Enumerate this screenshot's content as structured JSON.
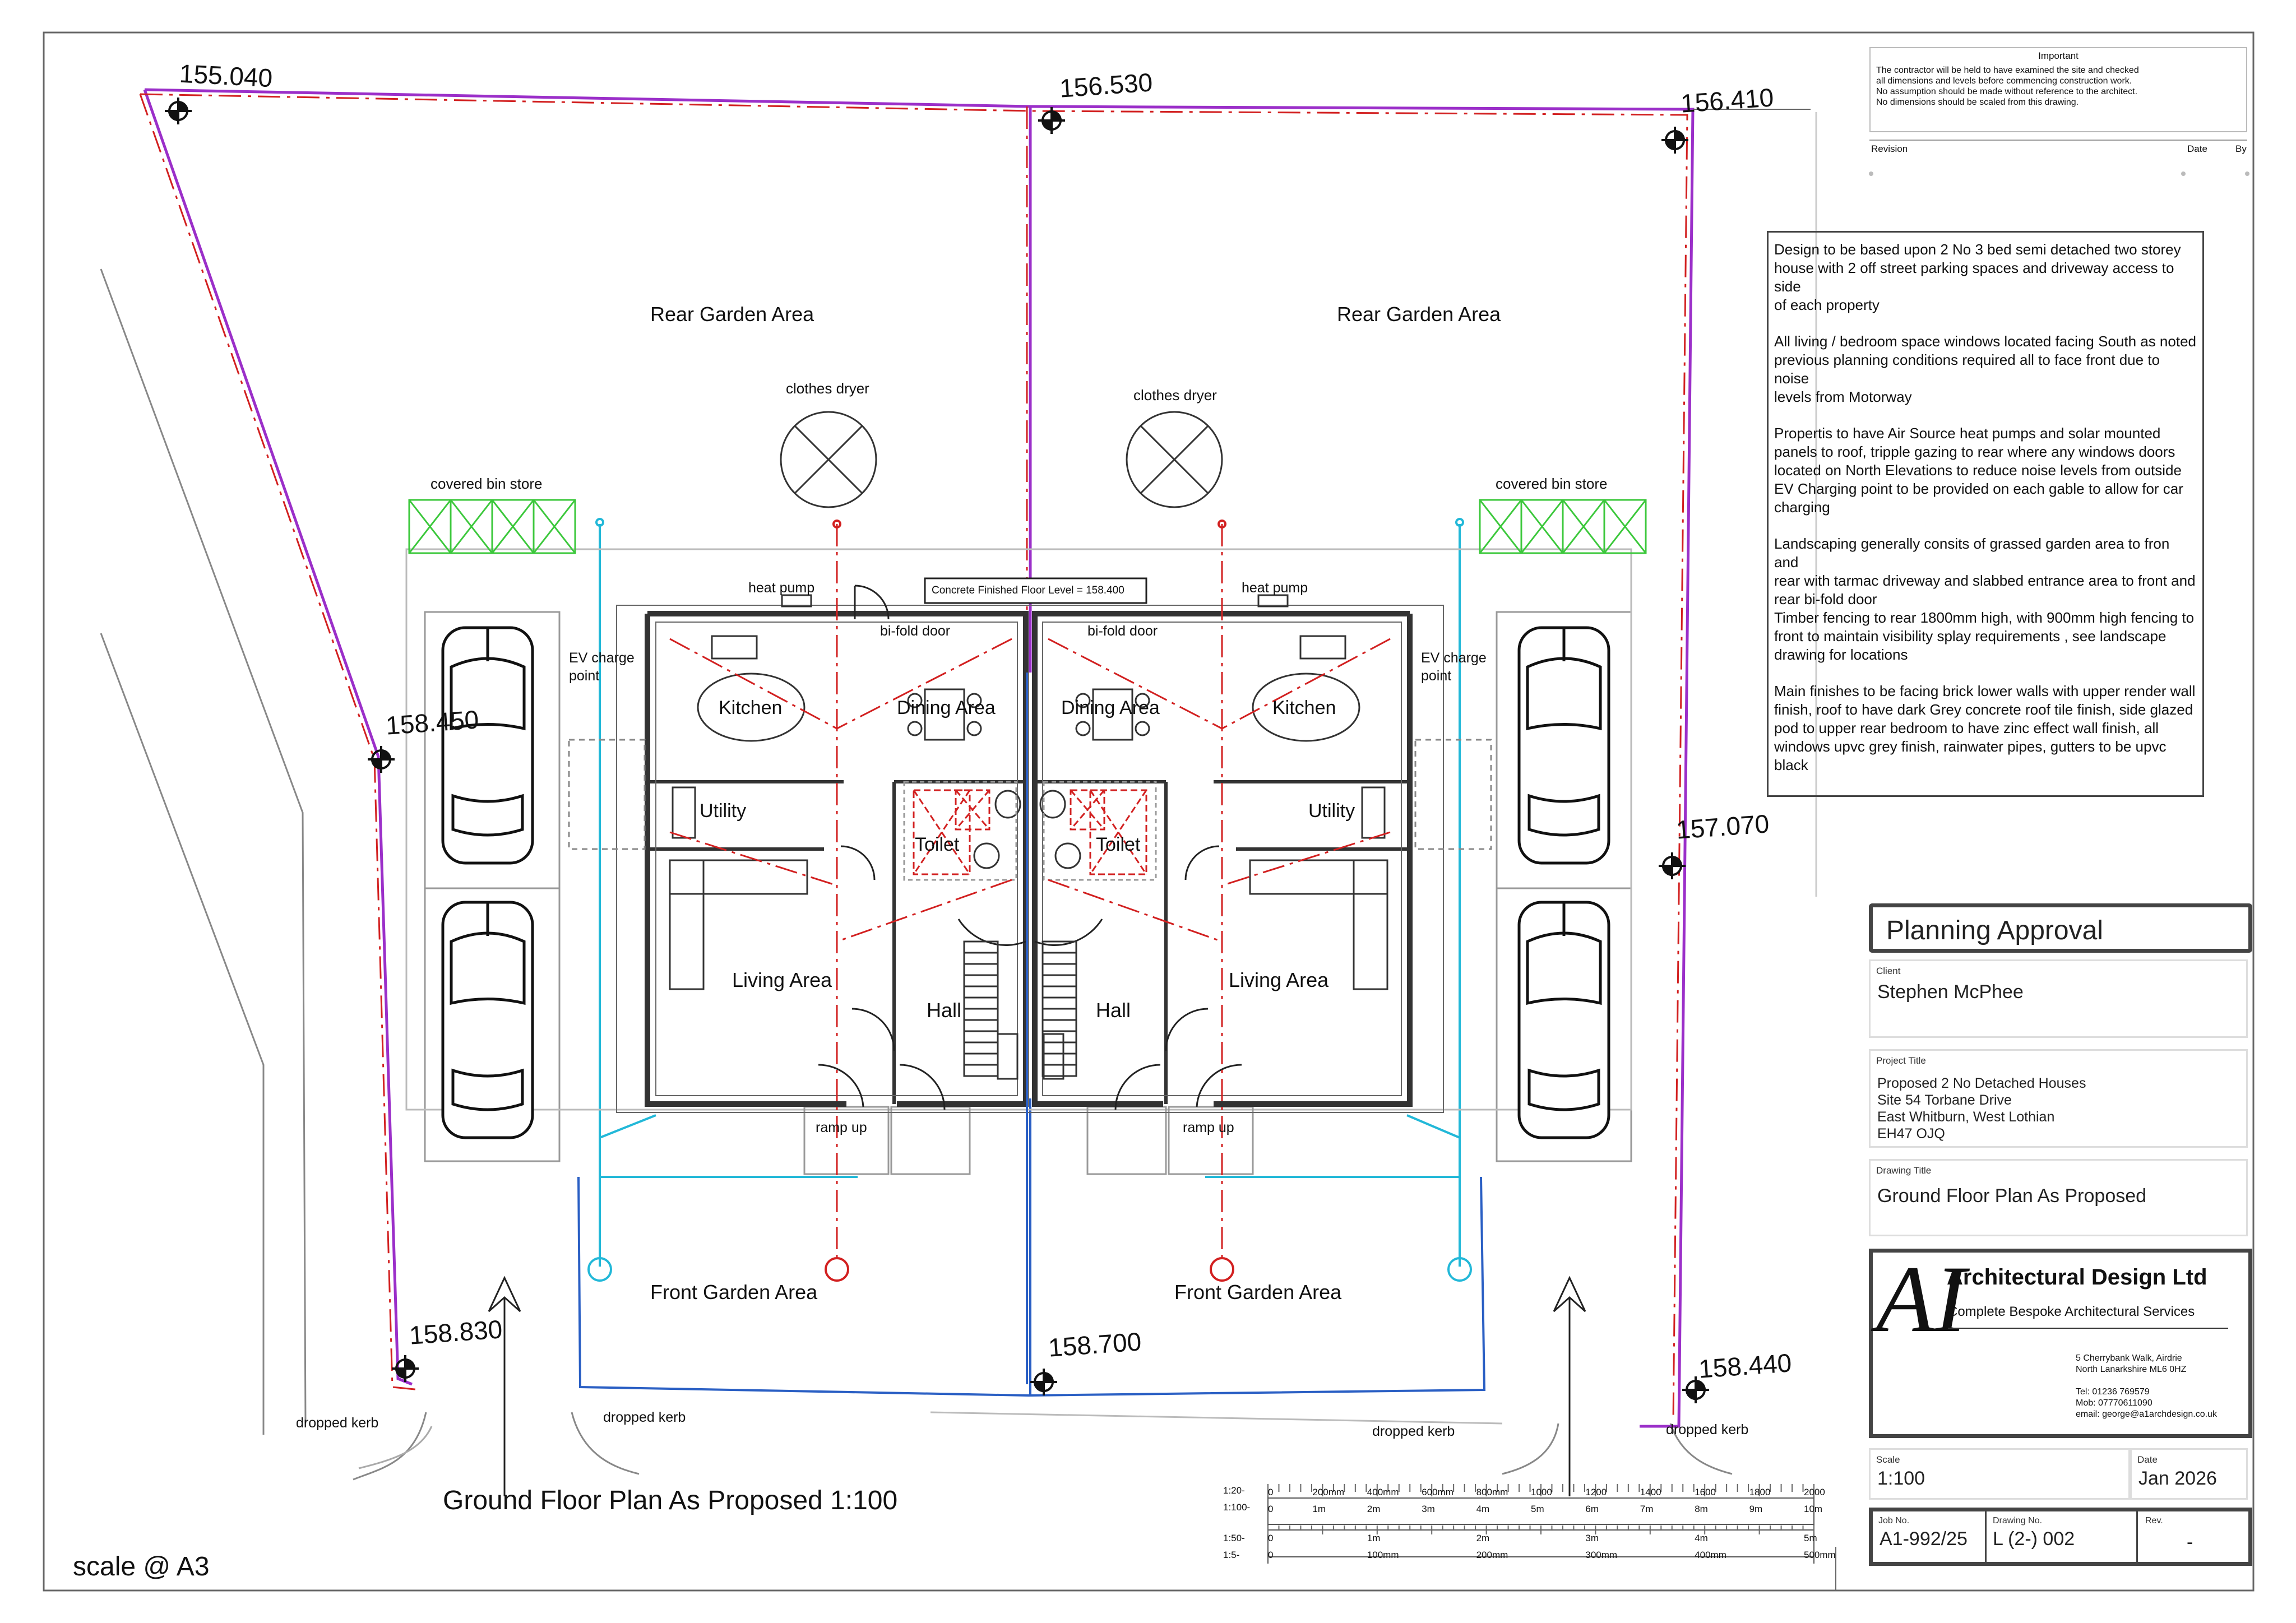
{
  "drawing_title_main": "Ground Floor Plan As Proposed 1:100",
  "scale_note": "scale @ A3",
  "spot_levels": [
    "155.040",
    "156.530",
    "156.410",
    "158.450",
    "157.070",
    "158.830",
    "158.700",
    "158.440"
  ],
  "site_labels": {
    "rear_garden": "Rear Garden Area",
    "front_garden": "Front Garden Area",
    "clothes_dryer": "clothes dryer",
    "covered_bin_store": "covered bin store",
    "heat_pump": "heat pump",
    "bifold_door": "bi-fold door",
    "ev_charge_line1": "EV charge",
    "ev_charge_line2": "point",
    "ramp_up": "ramp up",
    "dropped_kerb": "dropped kerb",
    "floor_level": "Concrete Finished Floor Level = 158.400"
  },
  "rooms": {
    "kitchen": "Kitchen",
    "dining": "Dining Area",
    "utility": "Utility",
    "toilet": "Toilet",
    "living": "Living Area",
    "hall": "Hall"
  },
  "important": {
    "title": "Important",
    "body": "The contractor will be held to have examined the site and checked\nall dimensions and levels before commencing construction work.\nNo assumption should be made without reference to the architect.\nNo dimensions should be scaled from this drawing.",
    "revision": "Revision",
    "date": "Date",
    "by": "By"
  },
  "notes": [
    "Design to be based upon 2 No 3 bed semi detached two storey\nhouse with 2 off street parking spaces and driveway access to side\nof each property",
    "All living  / bedroom space windows located facing South as noted\nprevious planning conditions required all to face front due to noise\nlevels from  Motorway",
    "Propertis to have Air Source heat pumps and solar mounted\npanels to roof, tripple gazing to rear where any windows doors\nlocated on North Elevations to reduce noise levels from outside\nEV Charging point to be provided on each gable to allow for car\ncharging",
    "Landscaping generally consits of grassed garden area to fron and\nrear with tarmac driveway and slabbed entrance area to front and\nrear bi-fold door\nTimber fencing to rear 1800mm high, with 900mm high fencing to\nfront to maintain visibility splay requirements , see landscape\ndrawing for locations",
    "Main finishes to be facing brick lower walls with upper render wall\nfinish, roof to have dark Grey concrete roof tile finish, side glazed\npod to upper rear bedroom to have zinc effect wall finish, all\nwindows upvc grey finish, rainwater pipes, gutters to be upvc black"
  ],
  "title_block": {
    "status": "Planning Approval",
    "client_label": "Client",
    "client": "Stephen McPhee",
    "project_label": "Project Title",
    "project_lines": [
      "Proposed  2 No Detached Houses",
      "Site 54 Torbane Drive",
      "East Whitburn, West Lothian",
      "EH47 OJQ"
    ],
    "drawing_title_label": "Drawing Title",
    "drawing_title": "Ground Floor Plan As Proposed",
    "company_mark": "AI",
    "company_name": "Architectural Design Ltd",
    "company_tagline": "Complete Bespoke Architectural Services",
    "address_lines": [
      "5 Cherrybank Walk, Airdrie",
      "North Lanarkshire ML6 0HZ"
    ],
    "contact_lines": [
      "Tel:   01236 769579",
      "Mob:  07770611090",
      "email: george@a1archdesign.co.uk"
    ],
    "scale_label": "Scale",
    "scale": "1:100",
    "date_label": "Date",
    "date": "Jan 2026",
    "job_label": "Job No.",
    "job": "A1-992/25",
    "drawing_no_label": "Drawing No.",
    "drawing_no": "L (2-) 002",
    "rev_label": "Rev.",
    "rev": "-"
  },
  "scale_bar": {
    "row_labels": [
      "1:20-",
      "1:100-",
      "1:50-",
      "1:5-"
    ],
    "top_ticks": [
      "0",
      "200mm",
      "400mm",
      "600mm",
      "800mm",
      "1000",
      "1200",
      "1400",
      "1600",
      "1800",
      "2000"
    ],
    "m_ticks": [
      "0",
      "1m",
      "2m",
      "3m",
      "4m",
      "5m",
      "6m",
      "7m",
      "8m",
      "9m",
      "10m"
    ],
    "mid_ticks": [
      "0",
      "1m",
      "2m",
      "3m",
      "4m",
      "5m"
    ],
    "bottom_ticks": [
      "0",
      "100mm",
      "200mm",
      "300mm",
      "400mm",
      "500mm"
    ]
  },
  "colors": {
    "boundary_purple": "#9b2fc9",
    "red_line": "#d22020",
    "cyan_line": "#22b8d8",
    "blue_line": "#2a5fc4",
    "bin_green": "#3cc83c",
    "wall": "#333333"
  }
}
